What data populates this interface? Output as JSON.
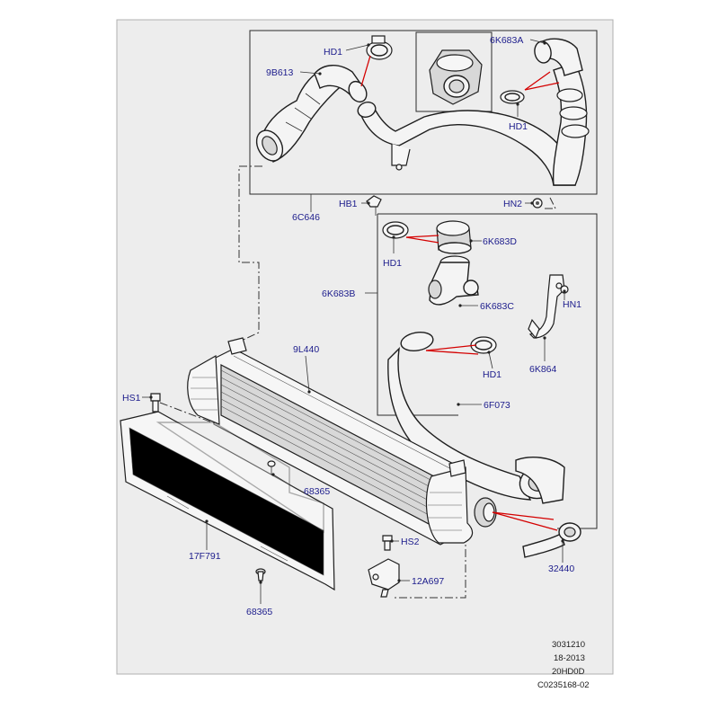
{
  "callouts": {
    "hd1_top": "HD1",
    "c9b613": "9B613",
    "c6k683a": "6K683A",
    "hd1_right": "HD1",
    "c6c646": "6C646",
    "hb1": "HB1",
    "hn2": "HN2",
    "hd1_mid": "HD1",
    "c6k683d": "6K683D",
    "c6k683b": "6K683B",
    "c6k683c": "6K683C",
    "hn1": "HN1",
    "c6k864": "6K864",
    "c9l440": "9L440",
    "hd1_low": "HD1",
    "hs1": "HS1",
    "c6f073": "6F073",
    "c68365_mid": "68365",
    "c17f791": "17F791",
    "hs2": "HS2",
    "c12a697": "12A697",
    "c32440": "32440",
    "c68365_low": "68365"
  },
  "reference": {
    "line1": "3031210",
    "line2": "18-2013",
    "line3": "20HD0D",
    "line4": "C0235168-02"
  },
  "colors": {
    "panel": "#ededed",
    "callout_text": "#1c1c8c",
    "clip_leader": "#d40000"
  }
}
